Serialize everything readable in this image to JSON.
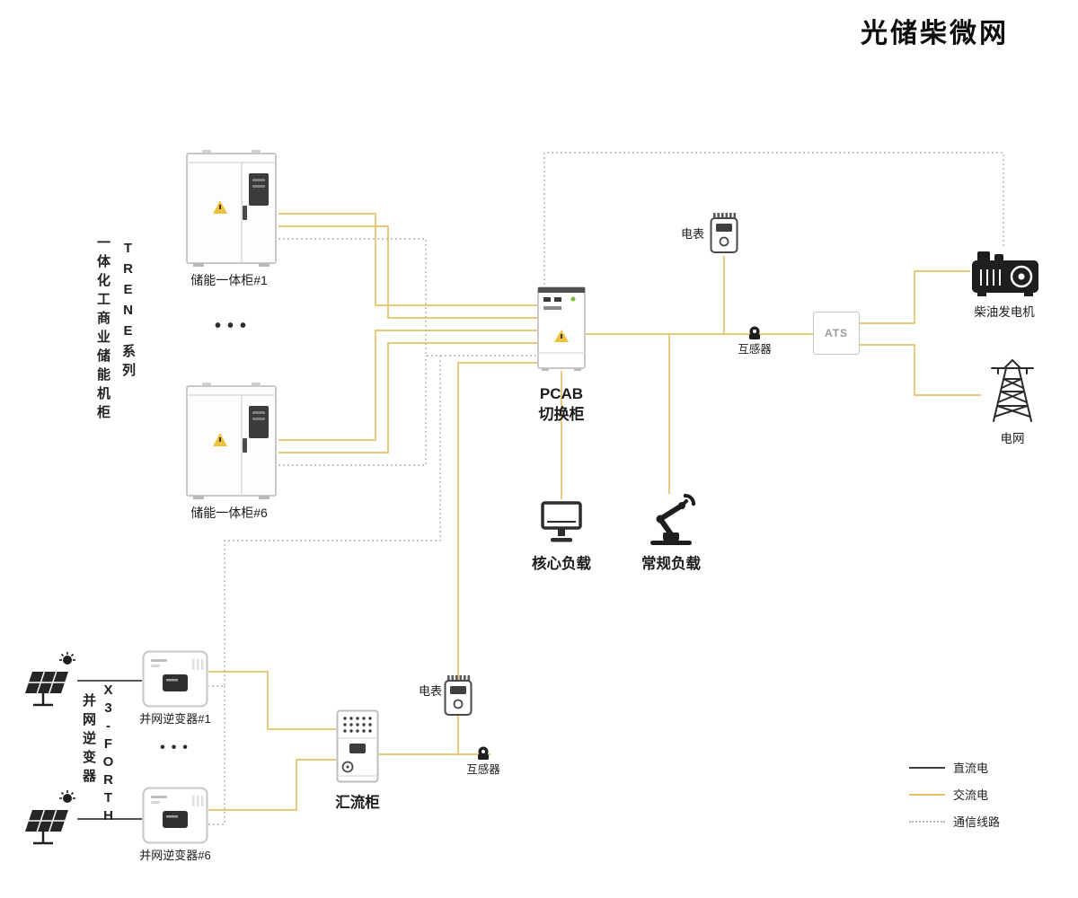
{
  "title": "光储柴微网",
  "storage_series_label": {
    "series": "TRENE系列",
    "name": "一体化工商业储能机柜"
  },
  "inverter_series_label": {
    "series": "X3-FORTH",
    "name": "并网逆变器"
  },
  "nodes": {
    "cabinet1": {
      "label": "储能一体柜#1"
    },
    "cabinet6": {
      "label": "储能一体柜#6"
    },
    "storage_ellipsis": "•••",
    "pcab": {
      "line1": "PCAB",
      "line2": "切换柜"
    },
    "meter_top": {
      "label": "电表"
    },
    "ct_top": {
      "label": "互感器"
    },
    "ats": {
      "label": "ATS"
    },
    "diesel": {
      "label": "柴油发电机"
    },
    "grid": {
      "label": "电网"
    },
    "core_load": {
      "label": "核心负载"
    },
    "normal_load": {
      "label": "常规负载"
    },
    "inverter1": {
      "label": "并网逆变器#1"
    },
    "inverter6": {
      "label": "并网逆变器#6"
    },
    "inverter_ellipsis": "•••",
    "combiner": {
      "label": "汇流柜"
    },
    "meter_bottom": {
      "label": "电表"
    },
    "ct_bottom": {
      "label": "互感器"
    }
  },
  "legend": {
    "dc": "直流电",
    "ac": "交流电",
    "comm": "通信线路"
  },
  "colors": {
    "dc": "#3f3f3f",
    "ac": "#e7c167",
    "comm": "#b4b4b4"
  }
}
